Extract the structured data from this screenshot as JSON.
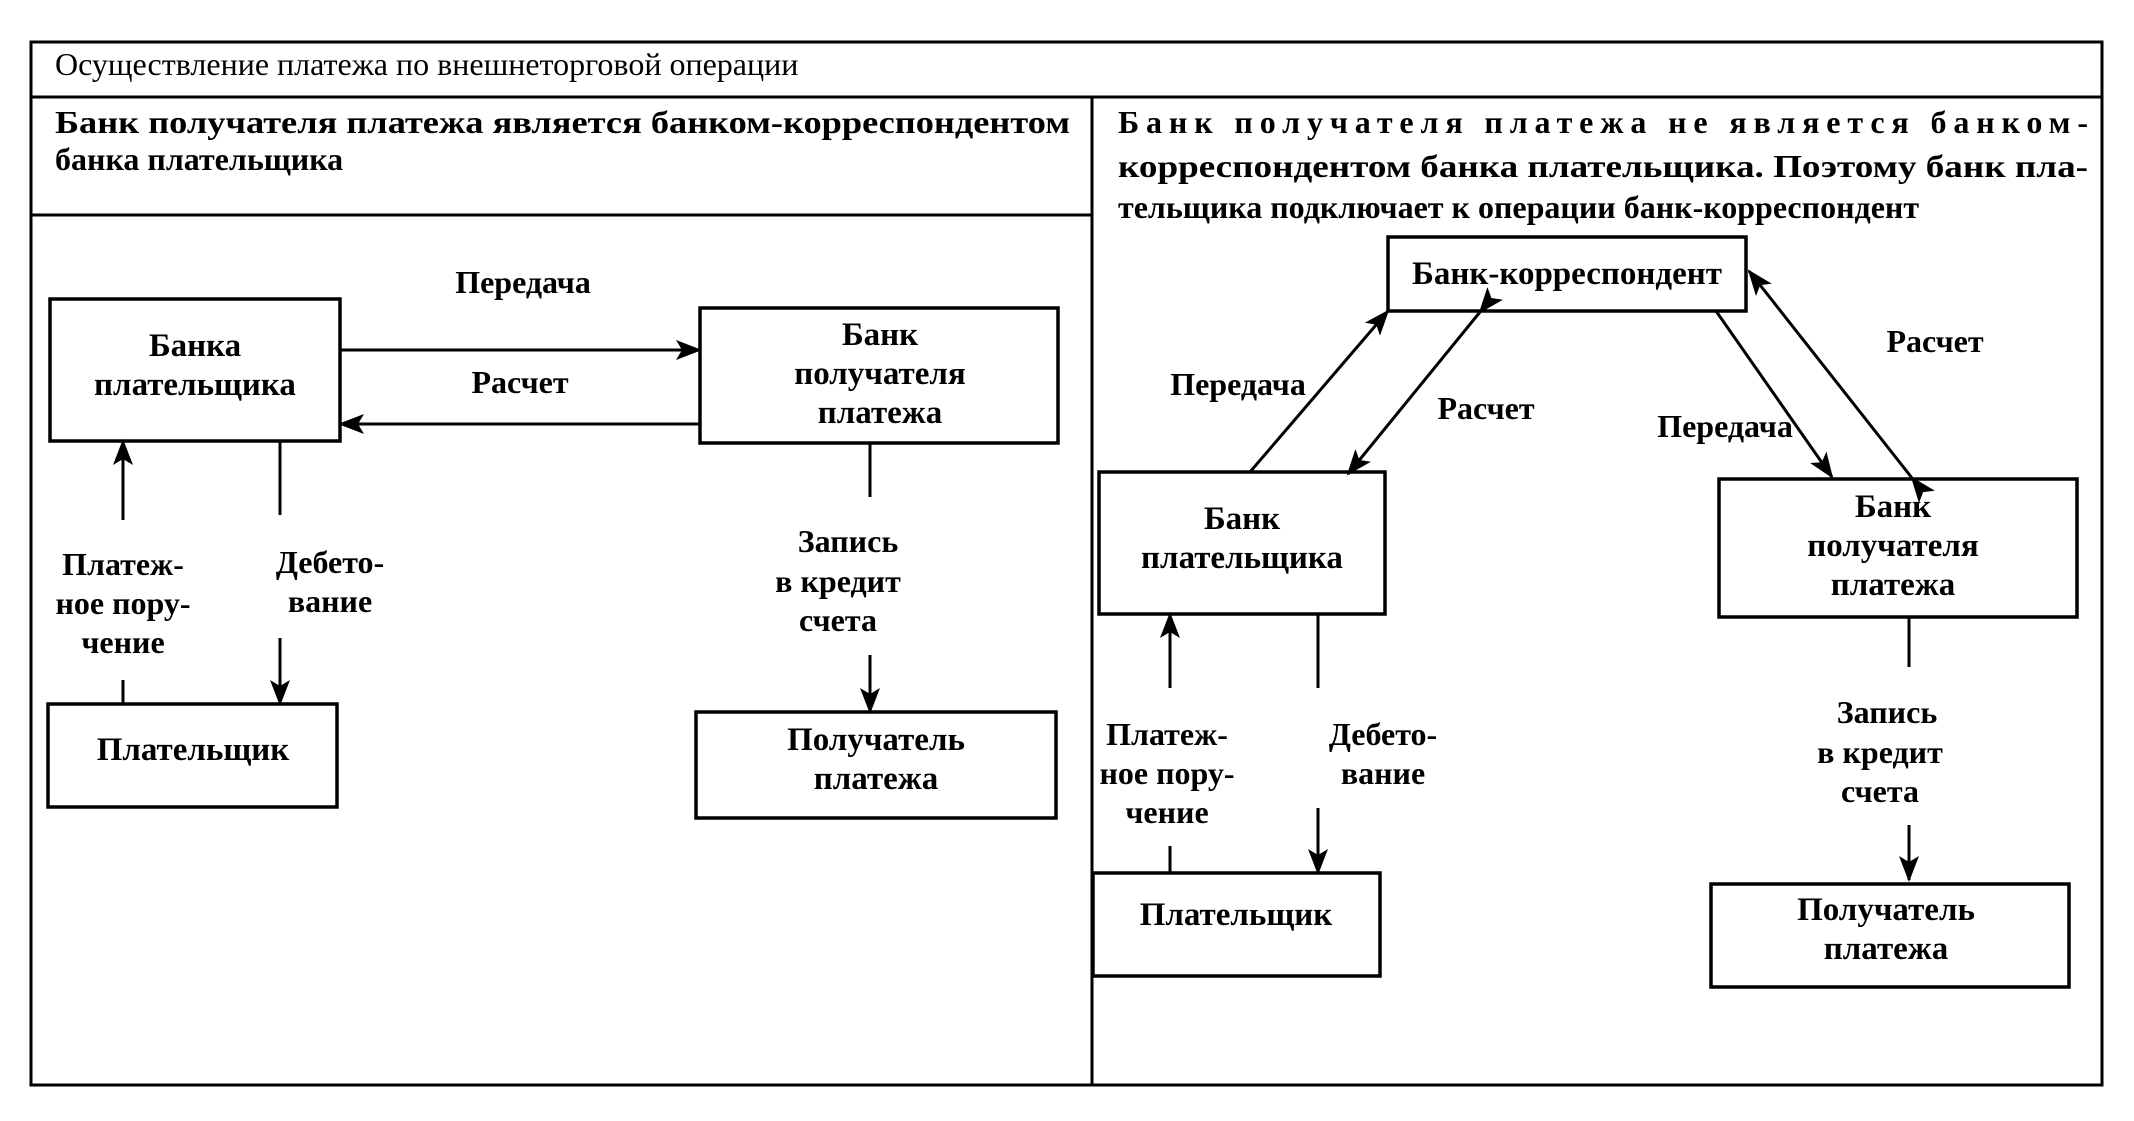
{
  "title": "Осуществление платежа по внешнеторговой операции",
  "left": {
    "heading_lines": [
      "Банк получателя платежа является банком-корреспондентом",
      "банка плательщика"
    ],
    "payer_bank_lines": [
      "Банка",
      "плательщика"
    ],
    "recipient_bank_lines": [
      "Банк",
      "получателя",
      "платежа"
    ],
    "payer": "Плательщик",
    "recipient_lines": [
      "Получатель",
      "платежа"
    ],
    "transfer": "Передача",
    "settlement": "Расчет",
    "order_lines": [
      "Платеж-",
      "ное пору-",
      "чение"
    ],
    "debit_lines": [
      "Дебето-",
      "вание"
    ],
    "credit_lines": [
      "Запись",
      "в кредит",
      "счета"
    ]
  },
  "right": {
    "heading_lines": [
      "Банк получателя платежа не является банком-",
      "корреспондентом банка плательщика. Поэтому банк пла-",
      "тельщика подключает к операции банк-корреспондент"
    ],
    "correspondent": "Банк-корреспондент",
    "payer_bank_lines": [
      "Банк",
      "плательщика"
    ],
    "recipient_bank_lines": [
      "Банк",
      "получателя",
      "платежа"
    ],
    "payer": "Плательщик",
    "recipient_lines": [
      "Получатель",
      "платежа"
    ],
    "transfer_1": "Передача",
    "settlement_1": "Расчет",
    "transfer_2": "Передача",
    "settlement_2": "Расчет",
    "order_lines": [
      "Платеж-",
      "ное пору-",
      "чение"
    ],
    "debit_lines": [
      "Дебето-",
      "вание"
    ],
    "credit_lines": [
      "Запись",
      "в кредит",
      "счета"
    ]
  }
}
